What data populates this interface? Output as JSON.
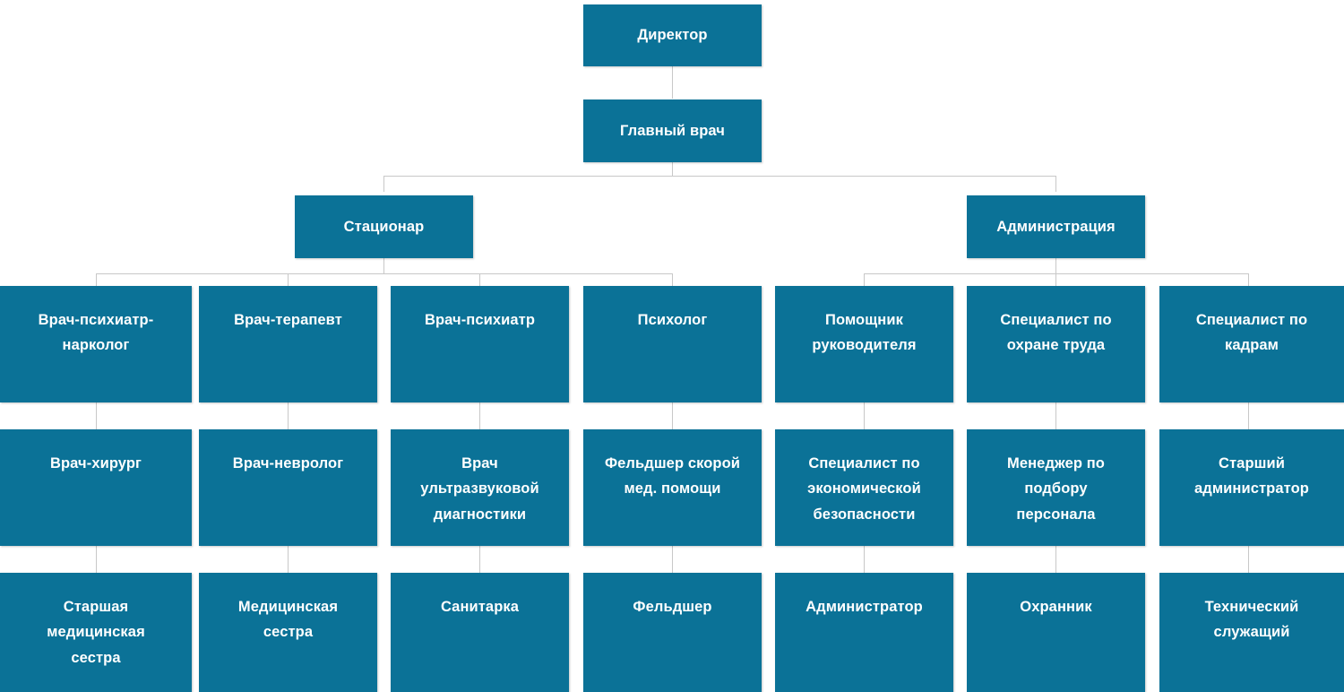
{
  "chart_data": {
    "type": "org-chart",
    "title": "",
    "orientation": "top-down",
    "node_color": "#0b7297",
    "text_color": "#ffffff",
    "connector_color": "#c8c8c8",
    "background": "#ffffff",
    "levels": 5
  },
  "nodes": {
    "director": "Директор",
    "chief_doctor": "Главный врач",
    "hospital": "Стационар",
    "administration": "Администрация",
    "psychiatrist_narcologist": "Врач-психиатр-\nнарколог",
    "therapist": "Врач-терапевт",
    "psychiatrist": "Врач-психиатр",
    "psychologist": "Психолог",
    "assistant_manager": "Помощник\nруководителя",
    "labor_safety_specialist": "Специалист по\nохране труда",
    "hr_specialist": "Специалист по\nкадрам",
    "surgeon": "Врач-хирург",
    "neurologist": "Врач-невролог",
    "ultrasound_doctor": "Врач\nультразвуковой\nдиагностики",
    "emergency_paramedic": "Фельдшер скорой\nмед. помощи",
    "economic_security_specialist": "Специалист по\nэкономической\nбезопасности",
    "recruitment_manager": "Менеджер по\nподбору\nперсонала",
    "senior_administrator": "Старший\nадминистратор",
    "senior_nurse": "Старшая\nмедицинская\nсестра",
    "nurse": "Медицинская\nсестра",
    "orderly": "Санитарка",
    "paramedic": "Фельдшер",
    "administrator": "Администратор",
    "security_guard": "Охранник",
    "technical_staff": "Технический\nслужащий"
  }
}
